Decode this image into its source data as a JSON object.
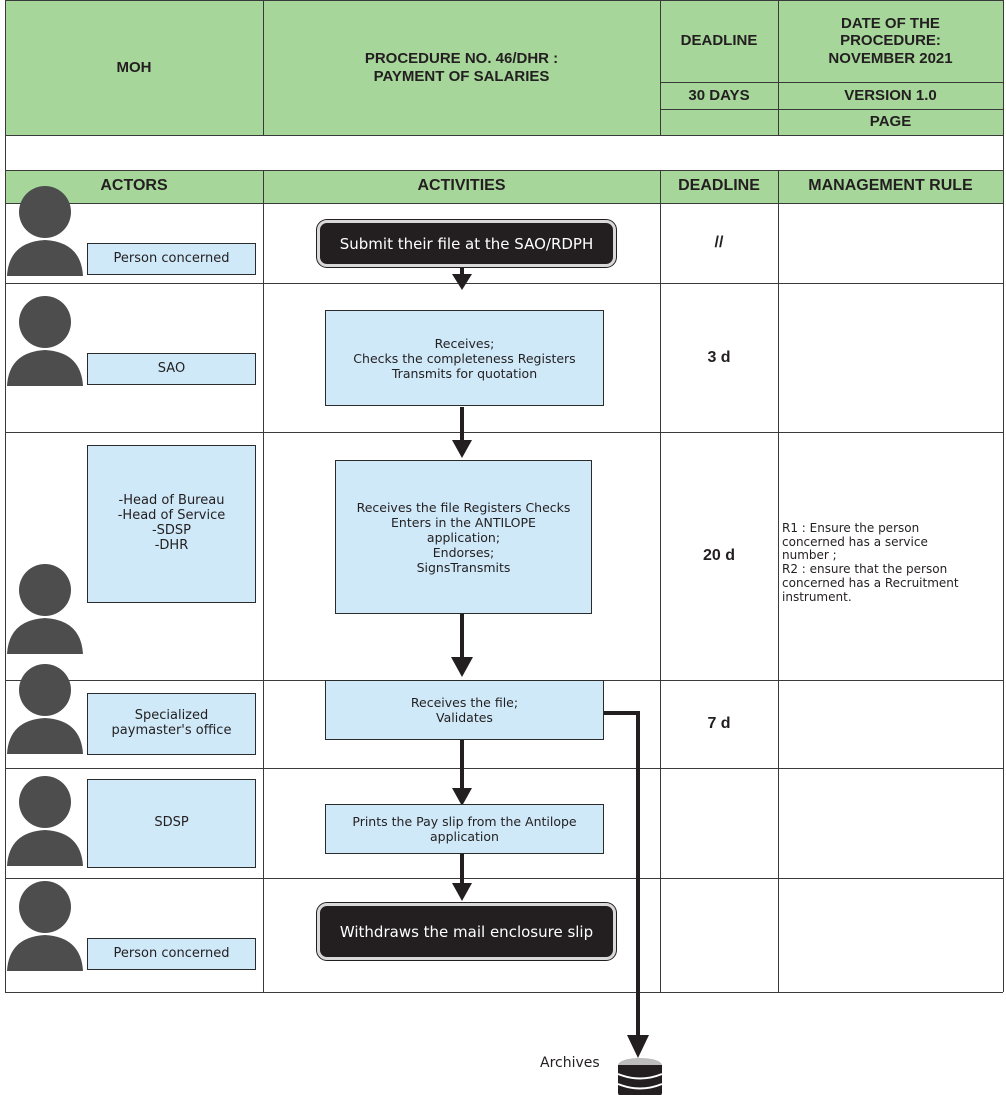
{
  "header": {
    "org": "MOH",
    "procedure_title": "PROCEDURE NO. 46/DHR :\nPAYMENT OF SALARIES",
    "deadline_label": "DEADLINE",
    "deadline_value": "30 DAYS",
    "date_label": "DATE OF THE\nPROCEDURE:\nNOVEMBER 2021",
    "version": "VERSION 1.0",
    "page": "PAGE"
  },
  "columns": {
    "actors": "ACTORS",
    "activities": "ACTIVITIES",
    "deadline": "DEADLINE",
    "management_rule": "MANAGEMENT RULE"
  },
  "rows": [
    {
      "actor": "Person concerned",
      "activity": "Submit their file at the SAO/RDPH",
      "deadline": "//",
      "rule": ""
    },
    {
      "actor": "SAO",
      "activity": "Receives;\nChecks the completeness Registers\nTransmits for quotation",
      "deadline": "3 d",
      "rule": ""
    },
    {
      "actor": "-Head of Bureau\n-Head of Service\n-SDSP\n-DHR",
      "activity": "Receives the file Registers Checks\nEnters in the ANTILOPE\napplication;\nEndorses;\nSignsTransmits",
      "deadline": "20 d",
      "rule": "R1 : Ensure the person\nconcerned has a service\nnumber ;\nR2 : ensure that the person\nconcerned has a Recruitment\ninstrument."
    },
    {
      "actor": "Specialized\npaymaster's office",
      "activity": "Receives the file;\nValidates",
      "deadline": "7 d",
      "rule": ""
    },
    {
      "actor": "SDSP",
      "activity": "Prints the Pay slip from the Antilope\napplication",
      "deadline": "",
      "rule": ""
    },
    {
      "actor": "Person concerned",
      "activity": "Withdraws the mail enclosure slip",
      "deadline": "",
      "rule": ""
    }
  ],
  "archives_label": "Archives",
  "colors": {
    "header_green": "#a6d69a",
    "box_blue": "#cfe9f9",
    "dark": "#231f20"
  },
  "icons": [
    "person-icon",
    "database-icon"
  ]
}
